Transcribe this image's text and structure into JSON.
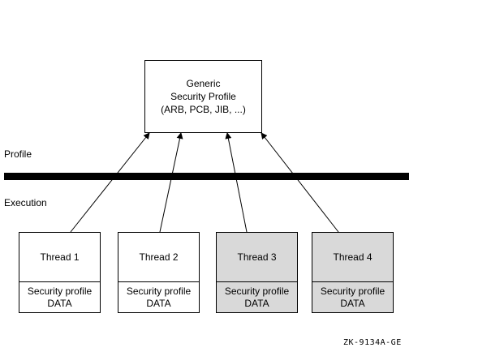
{
  "diagram": {
    "top_box": {
      "lines": [
        "Generic",
        "Security Profile",
        "(ARB, PCB, JIB, ...)"
      ]
    },
    "layers": {
      "profile_label": "Profile",
      "execution_label": "Execution"
    },
    "threads": [
      {
        "name": "Thread 1",
        "data_line1": "Security profile",
        "data_line2": "DATA",
        "shaded": false
      },
      {
        "name": "Thread 2",
        "data_line1": "Security profile",
        "data_line2": "DATA",
        "shaded": false
      },
      {
        "name": "Thread 3",
        "data_line1": "Security profile",
        "data_line2": "DATA",
        "shaded": true
      },
      {
        "name": "Thread 4",
        "data_line1": "Security profile",
        "data_line2": "DATA",
        "shaded": true
      }
    ],
    "figure_id": "ZK-9134A-GE",
    "colors": {
      "shaded_fill": "#d9d9d9",
      "line": "#000000"
    }
  }
}
